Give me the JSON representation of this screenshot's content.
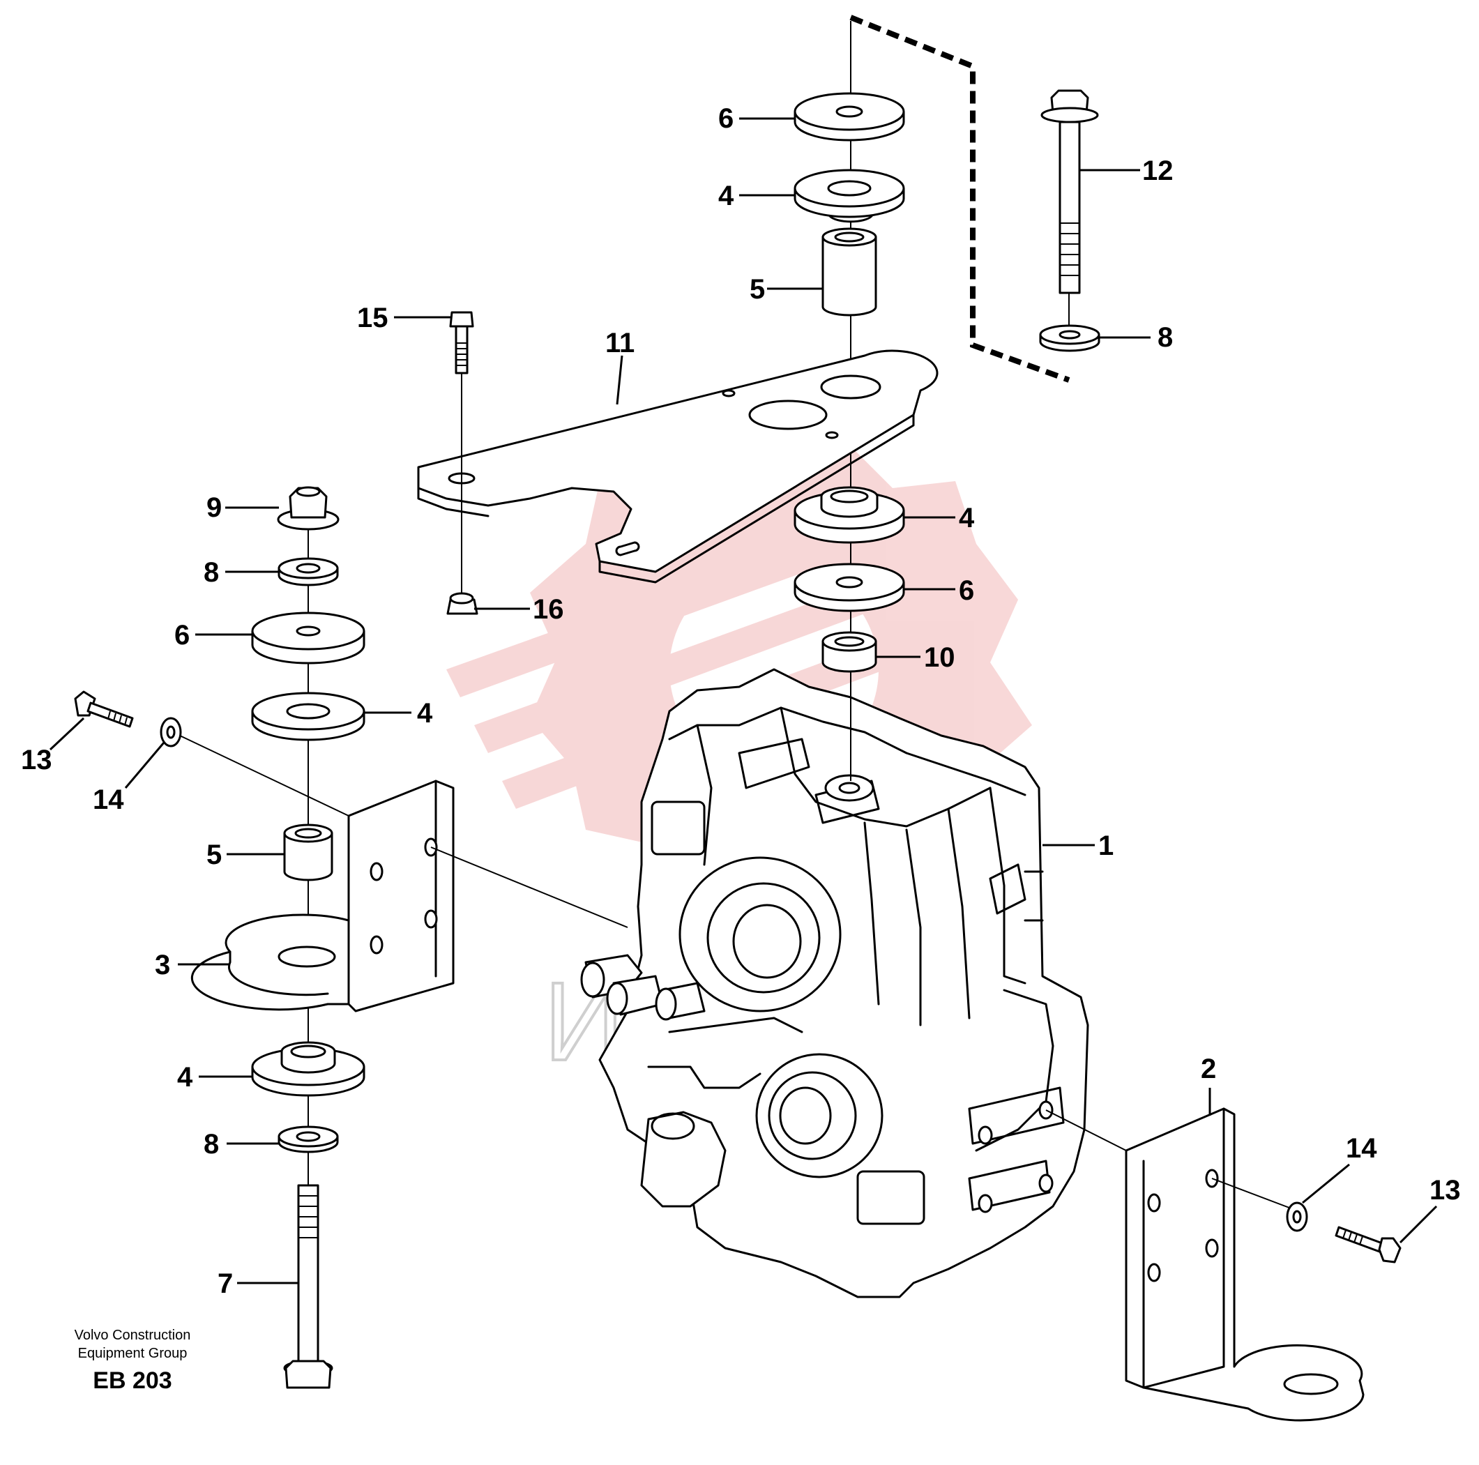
{
  "diagram": {
    "callouts": {
      "c1": "1",
      "c2": "2",
      "c3": "3",
      "c4a": "4",
      "c4b": "4",
      "c4c": "4",
      "c4d": "4",
      "c5a": "5",
      "c5b": "5",
      "c6a": "6",
      "c6b": "6",
      "c6c": "6",
      "c7": "7",
      "c8a": "8",
      "c8b": "8",
      "c8c": "8",
      "c9": "9",
      "c10": "10",
      "c11": "11",
      "c12": "12",
      "c13a": "13",
      "c13b": "13",
      "c14a": "14",
      "c14b": "14",
      "c15": "15",
      "c16": "16"
    },
    "caption_line1": "Volvo Construction",
    "caption_line2": "Equipment Group",
    "code": "EB 203",
    "watermark_text": "ИНТЕХ",
    "colors": {
      "ink": "#000000",
      "watermark": "#f2b8b8",
      "background": "#ffffff"
    }
  }
}
